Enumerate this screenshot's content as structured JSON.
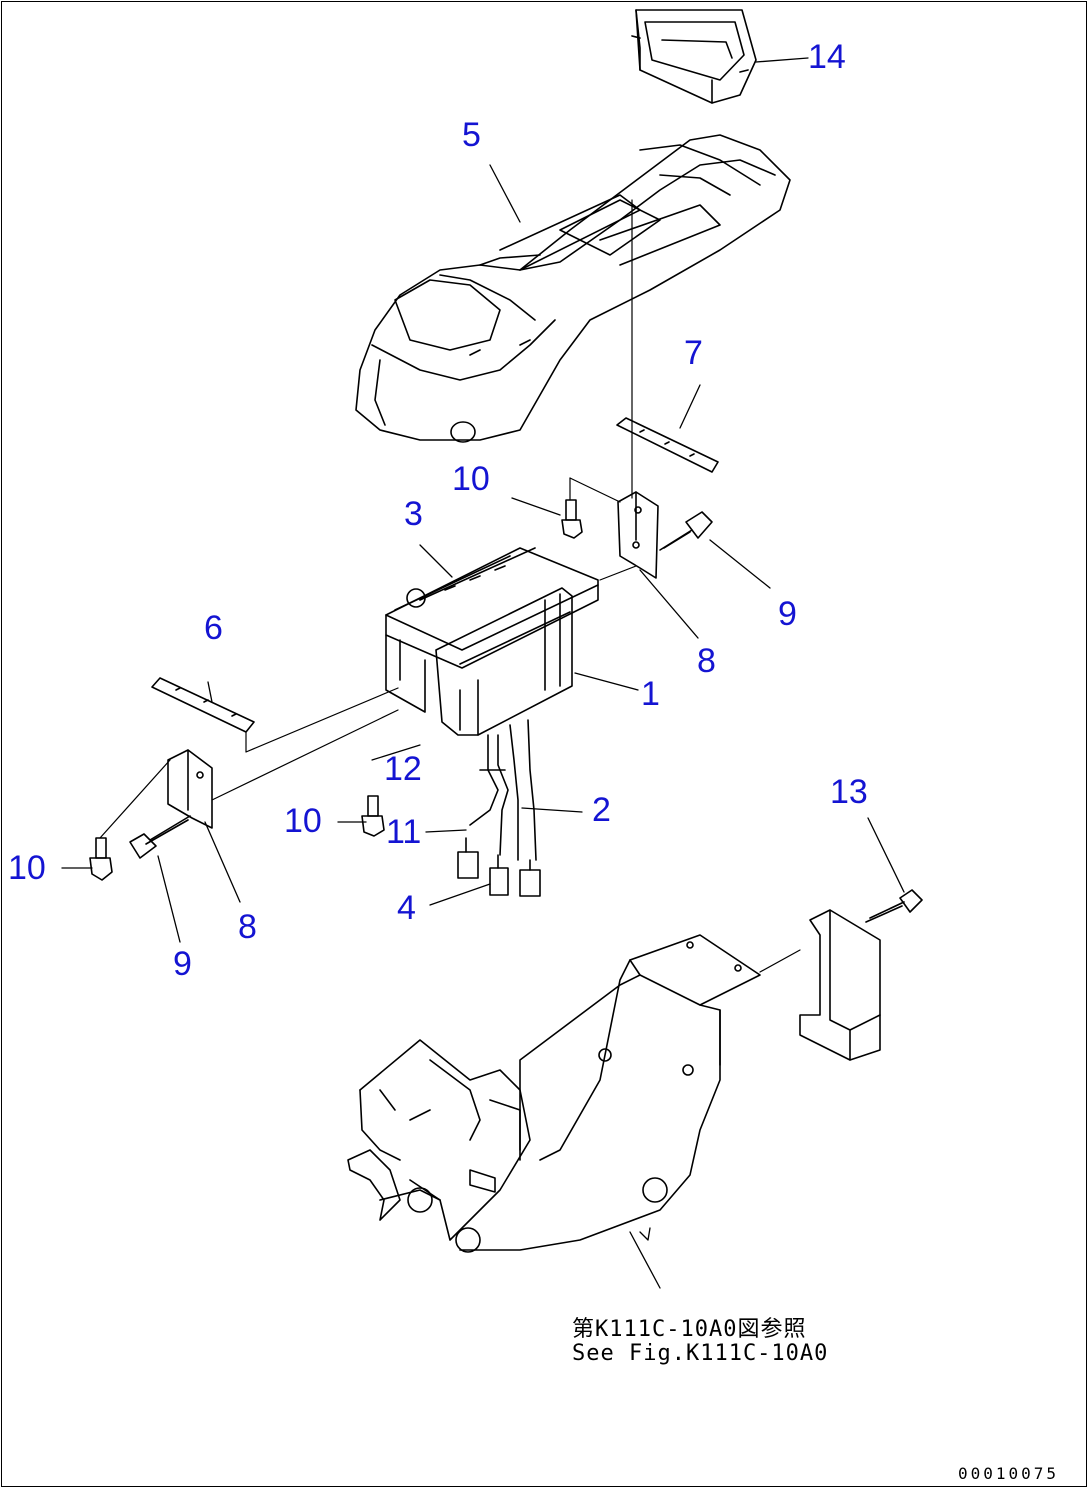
{
  "callout_color": "#1414d2",
  "callouts": [
    {
      "id": "c14",
      "label": "14"
    },
    {
      "id": "c5",
      "label": "5"
    },
    {
      "id": "c7",
      "label": "7"
    },
    {
      "id": "c10a",
      "label": "10"
    },
    {
      "id": "c3",
      "label": "3"
    },
    {
      "id": "c9a",
      "label": "9"
    },
    {
      "id": "c6",
      "label": "6"
    },
    {
      "id": "c8a",
      "label": "8"
    },
    {
      "id": "c1",
      "label": "1"
    },
    {
      "id": "c12",
      "label": "12"
    },
    {
      "id": "c2",
      "label": "2"
    },
    {
      "id": "c10b",
      "label": "10"
    },
    {
      "id": "c11",
      "label": "11"
    },
    {
      "id": "c10c",
      "label": "10"
    },
    {
      "id": "c13",
      "label": "13"
    },
    {
      "id": "c4",
      "label": "4"
    },
    {
      "id": "c8b",
      "label": "8"
    },
    {
      "id": "c9b",
      "label": "9"
    }
  ],
  "reference_note": {
    "line1": "第K111C-10A0図参照",
    "line2": "See Fig.K111C-10A0"
  },
  "drawing_number": "00010075"
}
